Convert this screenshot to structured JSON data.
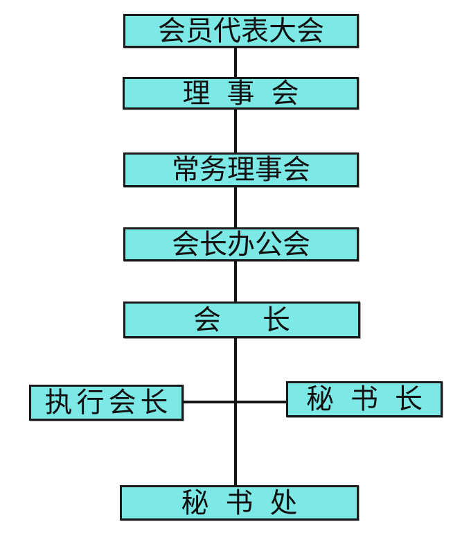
{
  "diagram": {
    "type": "org-chart",
    "nodes": [
      {
        "id": "members-congress",
        "label": "会员代表大会"
      },
      {
        "id": "council",
        "label": "理事会"
      },
      {
        "id": "standing-council",
        "label": "常务理事会"
      },
      {
        "id": "presidents-office-meeting",
        "label": "会长办公会"
      },
      {
        "id": "president",
        "label": "会长"
      },
      {
        "id": "executive-president",
        "label": "执行会长"
      },
      {
        "id": "secretary-general",
        "label": "秘书长"
      },
      {
        "id": "secretariat",
        "label": "秘书处"
      }
    ],
    "edges": [
      {
        "from": "members-congress",
        "to": "council"
      },
      {
        "from": "council",
        "to": "standing-council"
      },
      {
        "from": "standing-council",
        "to": "presidents-office-meeting"
      },
      {
        "from": "presidents-office-meeting",
        "to": "president"
      },
      {
        "from": "president",
        "to": "executive-president"
      },
      {
        "from": "president",
        "to": "secretary-general"
      },
      {
        "from": "president",
        "to": "secretariat"
      }
    ],
    "colors": {
      "box_fill": "#7de9e7",
      "box_border": "#1a1a1a",
      "connector": "#141414",
      "background": "#ffffff",
      "text": "#111111"
    }
  }
}
